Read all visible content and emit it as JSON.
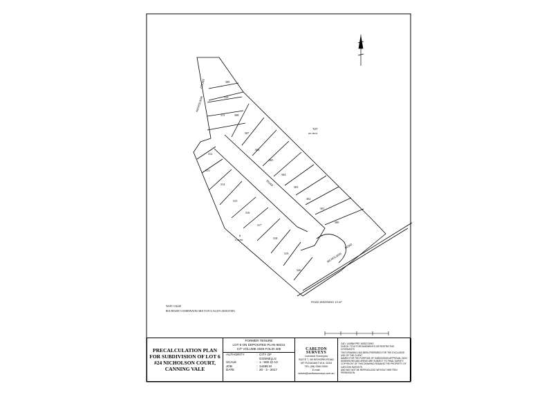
{
  "plan": {
    "road_labels": [
      "NICHOLSON",
      "COURT",
      "ROAD",
      "NICHOLSON",
      "ROAD",
      "ROAD WIDENING 13 m²"
    ],
    "adjacent_lot_label": "727",
    "adjacent_lot_sub": "DP 18670",
    "adjacent_lot_left": "8",
    "adjacent_lot_left_sub": "D 36450",
    "lot_numbers": [
      "309",
      "310",
      "311",
      "308",
      "307",
      "306",
      "305",
      "304",
      "303",
      "302",
      "301",
      "300",
      "312",
      "313",
      "314",
      "315",
      "316",
      "317",
      "318",
      "319",
      "320"
    ],
    "notes": [
      "WAPC 154248",
      "BOUNDARY COORDINATES ARE TO PCG 94 (UN-ADJUSTED)"
    ]
  },
  "title_block": {
    "plan_title_lines": [
      "PRECALCULATION PLAN",
      "FOR SUBDIVISION OF LOT 6",
      "#24 NICHOLSON COURT,",
      "CANNING VALE"
    ],
    "former_tenure_heading": "FORMER TENURE",
    "former_tenure_lines": [
      "LOT 6 ON DEPOSITED PLAN 68441",
      "C/T VOLUME 2849 FOLIO 405"
    ],
    "rows": [
      {
        "label": "AUTHORITY",
        "value": "CITY OF"
      },
      {
        "label": "",
        "value": "GOSNELLS"
      },
      {
        "label": "SCALE",
        "value": "1 : 500 @ A3"
      },
      {
        "label": "JOB",
        "value": "14495 M"
      },
      {
        "label": "DATE",
        "value": "20 - 3 - 2017"
      }
    ],
    "firm_name": "CARLTON SURVEYS",
    "firm_lines": [
      "Licensed Surveyors",
      "SUITE 7, 58 KISHORN ROAD",
      "MT PLEASANT W.A. 6153",
      "TEL (08) 9364 0000",
      "E-mail: admin@carltonsurveys.com.au"
    ],
    "notes_lines": [
      "CAD: 14495M PRE 180322.DWG",
      "CHECK: TITLE FOR EASEMENTS OR RESTRICTIVE COVENANTS",
      "THIS DRAWING HAS BEEN PREPARED FOR THE EXCLUSIVE USE OF THE CLIENT",
      "NAMED FOR THE PURPOSE OF SUBDIVISION APPROVAL ONLY.",
      "DIMENSIONS AND AREAS ARE SUBJECT TO FINAL SURVEY.",
      "COPYRIGHT OF THIS DRAWING REMAINS THE PROPERTY OF CARLTON SURVEYS",
      "AND MAY NOT BE REPRODUCED WITHOUT WRITTEN PERMISSION."
    ]
  }
}
